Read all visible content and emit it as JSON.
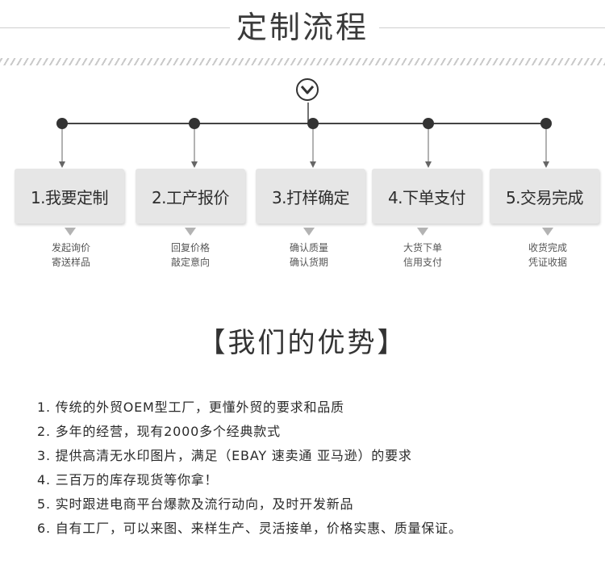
{
  "header": {
    "title": "定制流程"
  },
  "steps": [
    {
      "label": "1.我要定制",
      "desc": [
        "发起询价",
        "寄送样品"
      ]
    },
    {
      "label": "2.工产报价",
      "desc": [
        "回复价格",
        "敲定意向"
      ]
    },
    {
      "label": "3.打样确定",
      "desc": [
        "确认质量",
        "确认货期"
      ]
    },
    {
      "label": "4.下单支付",
      "desc": [
        "大货下单",
        "信用支付"
      ]
    },
    {
      "label": "5.交易完成",
      "desc": [
        "收货完成",
        "凭证收据"
      ]
    }
  ],
  "advantages": {
    "title": "【我们的优势】",
    "items": [
      "1. 传统的外贸OEM型工厂，更懂外贸的要求和品质",
      "2. 多年的经营，现有2000多个经典款式",
      "3. 提供高清无水印图片，满足（EBAY 速卖通 亚马逊）的要求",
      "4. 三百万的库存现货等你拿！",
      "5. 实时跟进电商平台爆款及流行动向，及时开发新品",
      "6. 自有工厂，可以来图、来样生产、灵活接单，价格实惠、质量保证。"
    ]
  },
  "icons": {
    "scroll_down": "chevron-down-circle-icon"
  },
  "colors": {
    "box_bg": "#e6e6e6",
    "line": "#444444",
    "dot": "#333333",
    "text": "#333333"
  }
}
